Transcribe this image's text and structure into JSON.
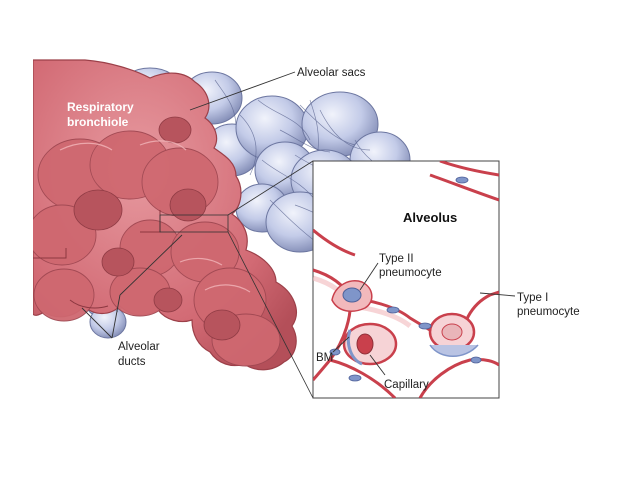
{
  "labels": {
    "alveolar_sacs": "Alveolar sacs",
    "respiratory_bronchiole_line1": "Respiratory",
    "respiratory_bronchiole_line2": "bronchiole",
    "alveolar_ducts_line1": "Alveolar",
    "alveolar_ducts_line2": "ducts",
    "alveolus": "Alveolus",
    "type2_line1": "Type II",
    "type2_line2": "pneumocyte",
    "type1_line1": "Type I",
    "type1_line2": "pneumocyte",
    "bm": "BM",
    "capillary": "Capillary"
  },
  "colors": {
    "tissue_pink": "#d9737b",
    "tissue_dark": "#b4525b",
    "tissue_light": "#eda3a8",
    "sac_blue": "#b9c3e3",
    "sac_light": "#e3e8f6",
    "sac_dark": "#7d88b3",
    "membrane_red": "#c9404c",
    "cell_pink": "#f2b9bc",
    "nucleus_blue": "#7f95c9"
  }
}
